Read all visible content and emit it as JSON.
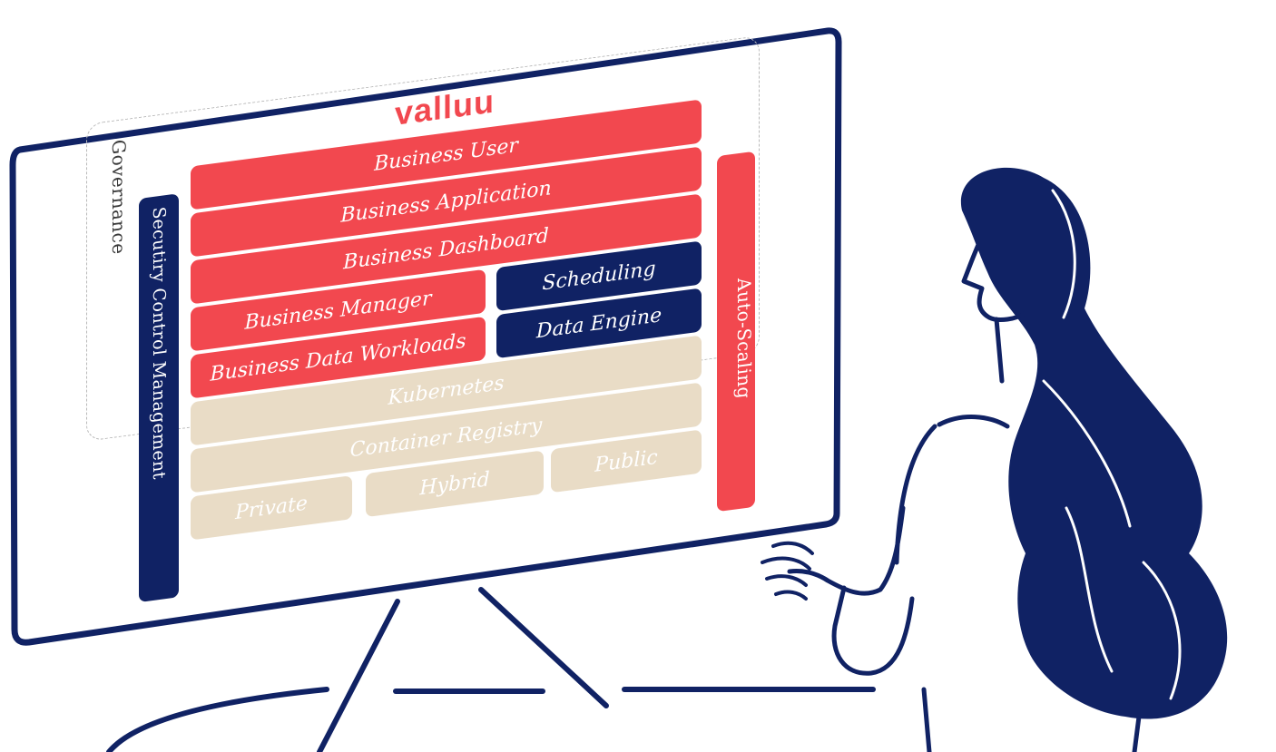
{
  "brand": {
    "logo_text": "valluu",
    "accent": "#f2484f",
    "navy": "#102264",
    "tan": "#e9dcc6"
  },
  "diagram": {
    "governance_label": "Governance",
    "security_label": "Secutiry Control Management",
    "autoscaling_label": "Auto-Scaling",
    "layers": {
      "business_user": "Business User",
      "business_application": "Business Application",
      "business_dashboard": "Business Dashboard",
      "business_manager": "Business Manager",
      "business_data_workloads": "Business Data Workloads",
      "scheduling": "Scheduling",
      "data_engine": "Data Engine",
      "kubernetes": "Kubernetes",
      "container_registry": "Container Registry",
      "private": "Private",
      "hybrid": "Hybrid",
      "public": "Public"
    }
  },
  "illustration": {
    "subject": "woman-looking-at-monitor-illustration"
  }
}
